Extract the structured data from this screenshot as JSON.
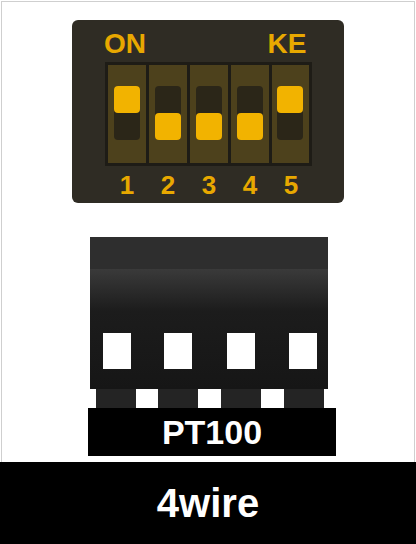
{
  "diagram": {
    "nodes": [
      {
        "text": [
          "PT100"
        ]
      },
      {
        "text": [
          "4wire"
        ]
      }
    ],
    "labels": [
      "ON",
      "KE",
      "1",
      "2",
      "3",
      "4",
      "5"
    ]
  }
}
